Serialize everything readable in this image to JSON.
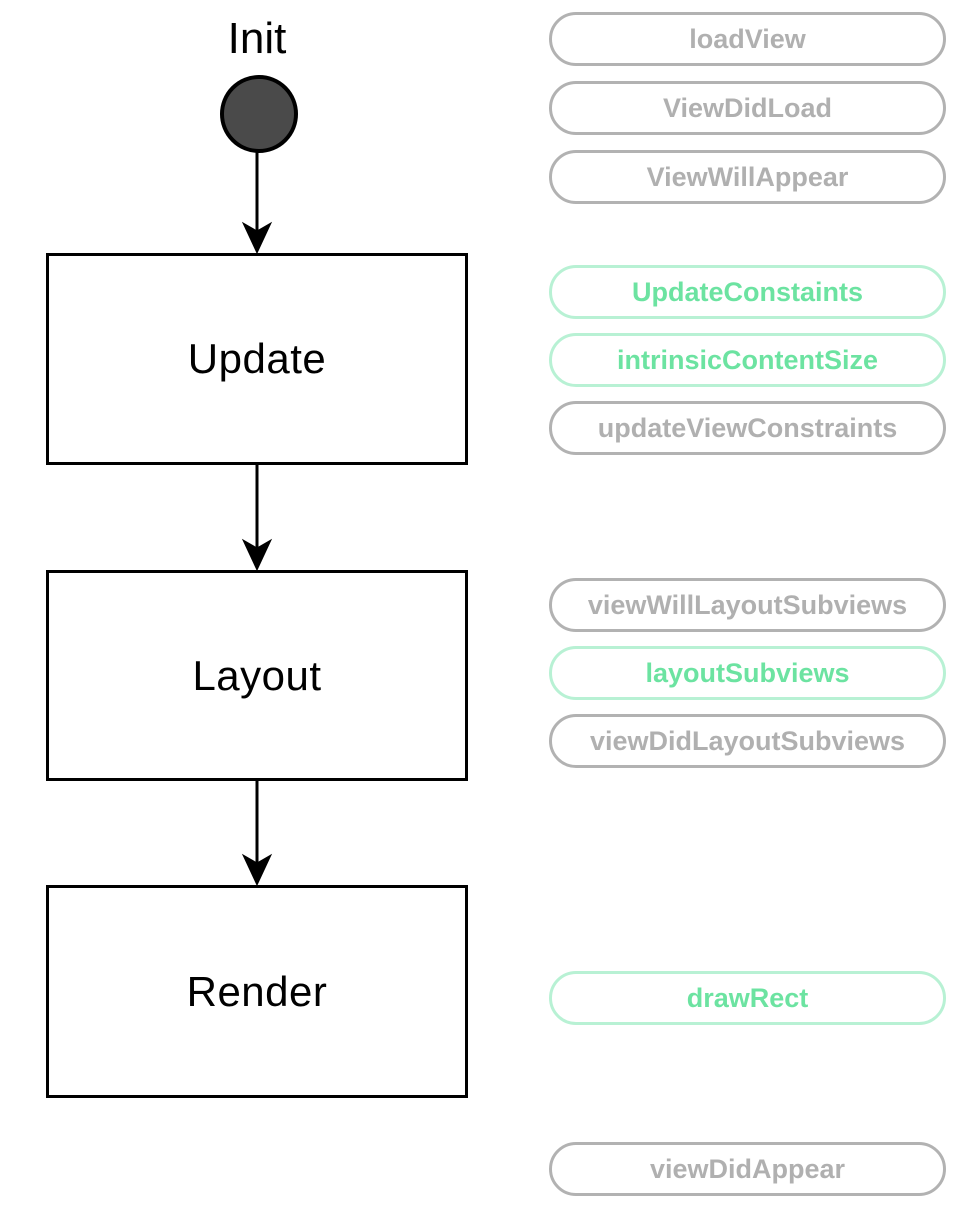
{
  "colors": {
    "green_text": "#6CE3A1",
    "green_border": "#B8F1D4",
    "gray_text": "#B0B0B0",
    "gray_border": "#B2B2B2",
    "node_fill": "#4A4A4A",
    "line_color": "#000000"
  },
  "flow": {
    "init_label": "Init",
    "boxes": [
      {
        "label": "Update"
      },
      {
        "label": "Layout"
      },
      {
        "label": "Render"
      }
    ]
  },
  "pills": [
    {
      "label": "loadView",
      "state": "inactive"
    },
    {
      "label": "ViewDidLoad",
      "state": "inactive"
    },
    {
      "label": "ViewWillAppear",
      "state": "inactive"
    },
    {
      "label": "UpdateConstaints",
      "state": "active"
    },
    {
      "label": "intrinsicContentSize",
      "state": "active"
    },
    {
      "label": "updateViewConstraints",
      "state": "inactive"
    },
    {
      "label": "viewWillLayoutSubviews",
      "state": "inactive"
    },
    {
      "label": "layoutSubviews",
      "state": "active"
    },
    {
      "label": "viewDidLayoutSubviews",
      "state": "inactive"
    },
    {
      "label": "drawRect",
      "state": "active"
    },
    {
      "label": "viewDidAppear",
      "state": "inactive"
    }
  ]
}
